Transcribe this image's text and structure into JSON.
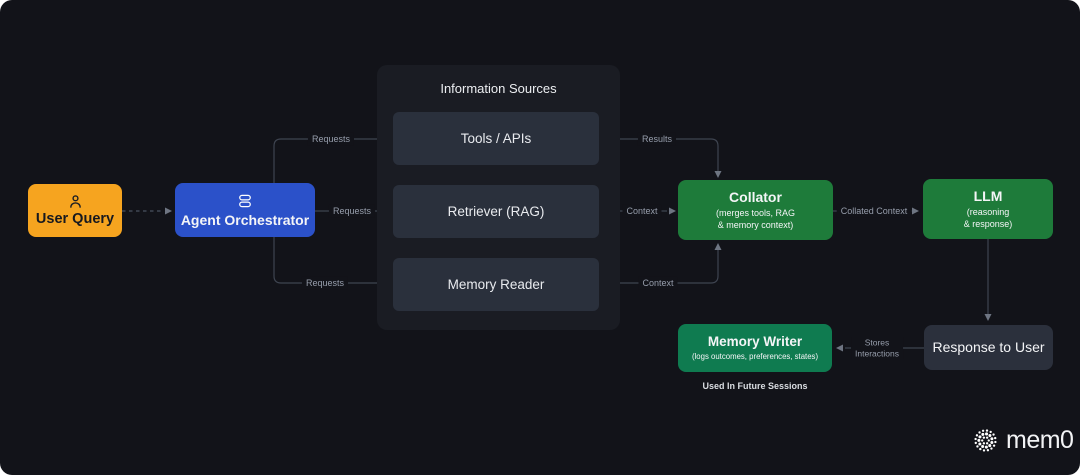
{
  "nodes": {
    "user_query": {
      "label": "User Query"
    },
    "agent_orchestrator": {
      "label": "Agent Orchestrator"
    },
    "info_sources": {
      "title": "Information Sources",
      "items": [
        "Tools / APIs",
        "Retriever (RAG)",
        "Memory Reader"
      ]
    },
    "collator": {
      "label": "Collator",
      "subtitle": "(merges tools, RAG\n& memory context)"
    },
    "llm": {
      "label": "LLM",
      "subtitle": "(reasoning\n& response)"
    },
    "memory_writer": {
      "label": "Memory Writer",
      "subtitle": "(logs outcomes, preferences, states)",
      "caption": "Used In Future Sessions"
    },
    "response_to_user": {
      "label": "Response to User"
    }
  },
  "edges": {
    "requests": "Requests",
    "results": "Results",
    "context": "Context",
    "collated_context": "Collated Context",
    "stores_interactions": "Stores\nInteractions"
  },
  "branding": {
    "logo_text": "mem0"
  },
  "colors": {
    "background": "#121319",
    "panel": "#1A1C23",
    "source_box": "#2A303C",
    "orange": "#F6A41F",
    "blue": "#2B51C9",
    "green": "#1E7B3A",
    "teal_green": "#0F7B50",
    "response_box": "#2B303C",
    "edge_line": "#3E4450",
    "edge_label": "#979EAC"
  }
}
